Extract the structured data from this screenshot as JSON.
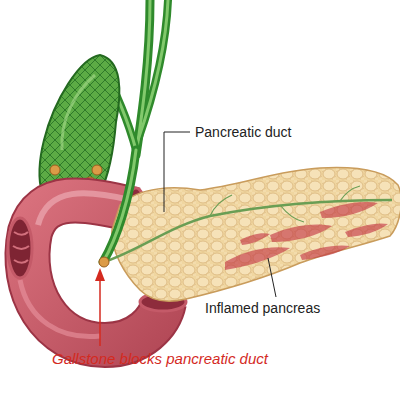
{
  "diagram": {
    "labels": [
      "Pancreatic duct",
      "Inflamed pancreas",
      "Gallstone blocks pancreatic duct"
    ]
  }
}
